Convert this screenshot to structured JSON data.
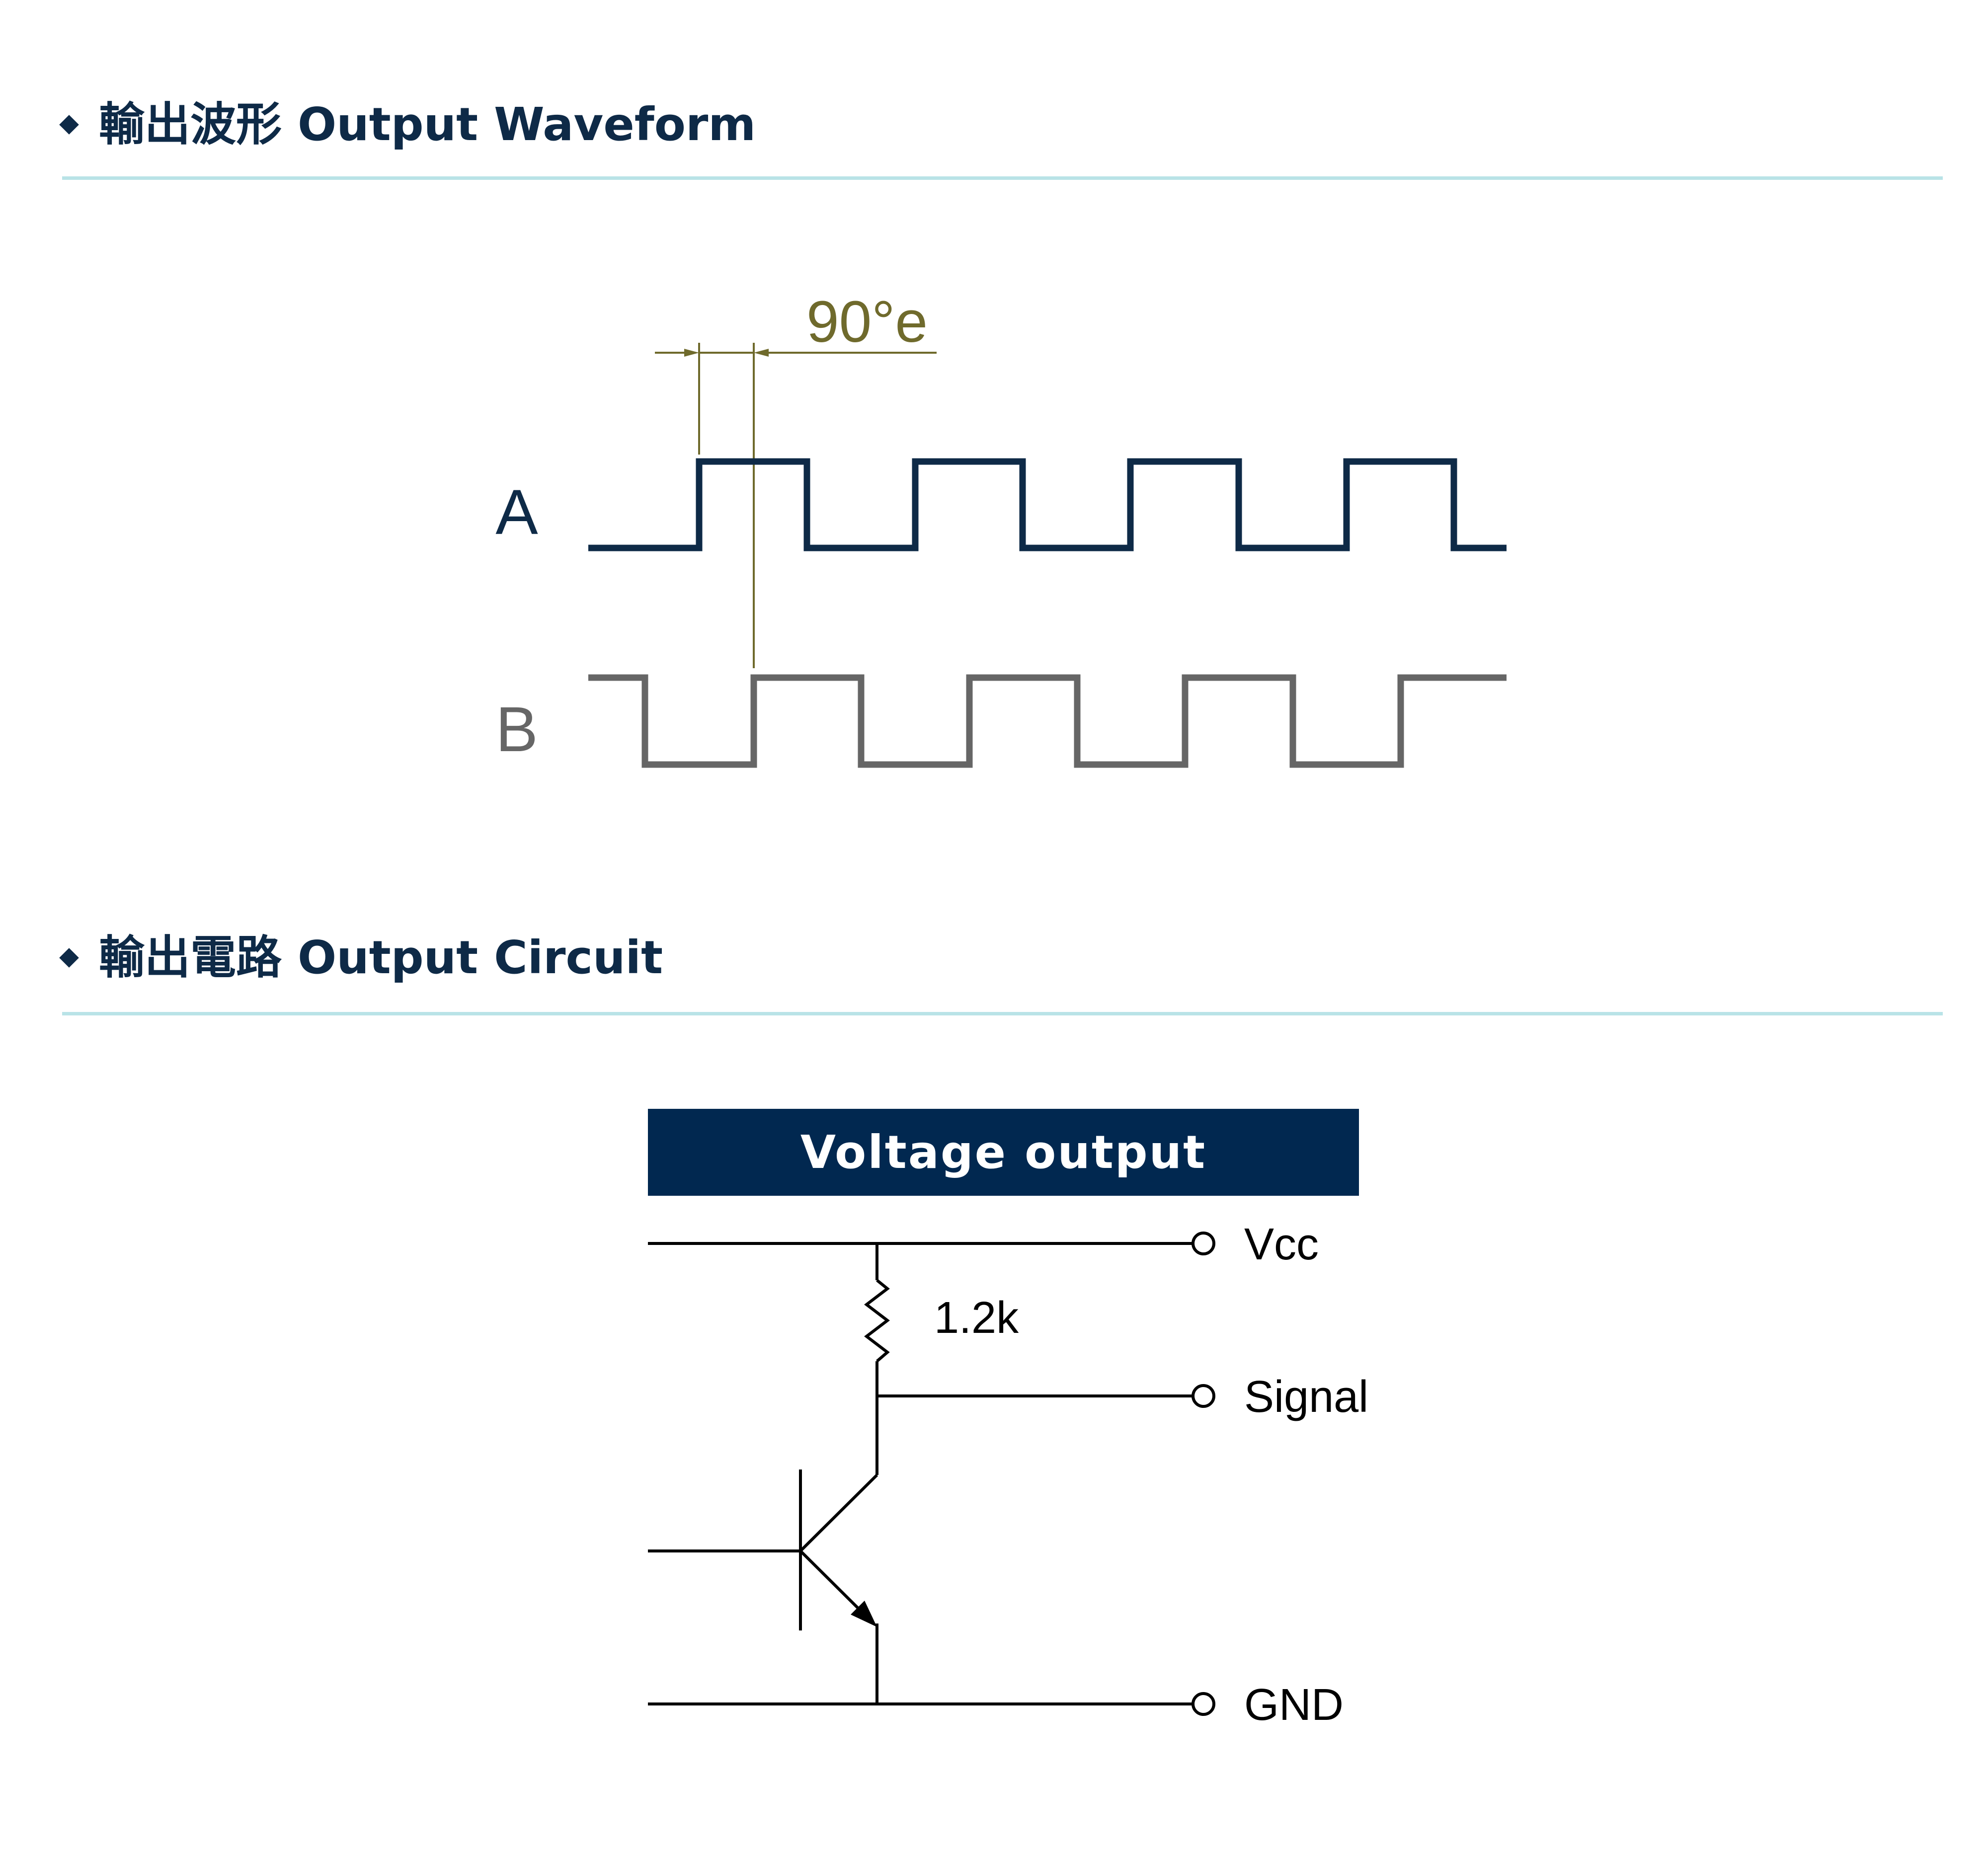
{
  "waveform_section": {
    "title": "輸出波形 Output Waveform",
    "phase_label": "90°e",
    "channel_a_label": "A",
    "channel_b_label": "B",
    "color_a": "#0e2a47",
    "color_b": "#666666",
    "color_annotation": "#6f6a2c"
  },
  "circuit_section": {
    "title": "輸出電路 Output Circuit",
    "header": "Voltage output",
    "resistor_label": "1.2k",
    "terminals": {
      "vcc": "Vcc",
      "signal": "Signal",
      "gnd": "GND"
    }
  },
  "colors": {
    "brand": "#0e2a47",
    "rule": "#b9e3e7",
    "header_bg": "#012850"
  }
}
